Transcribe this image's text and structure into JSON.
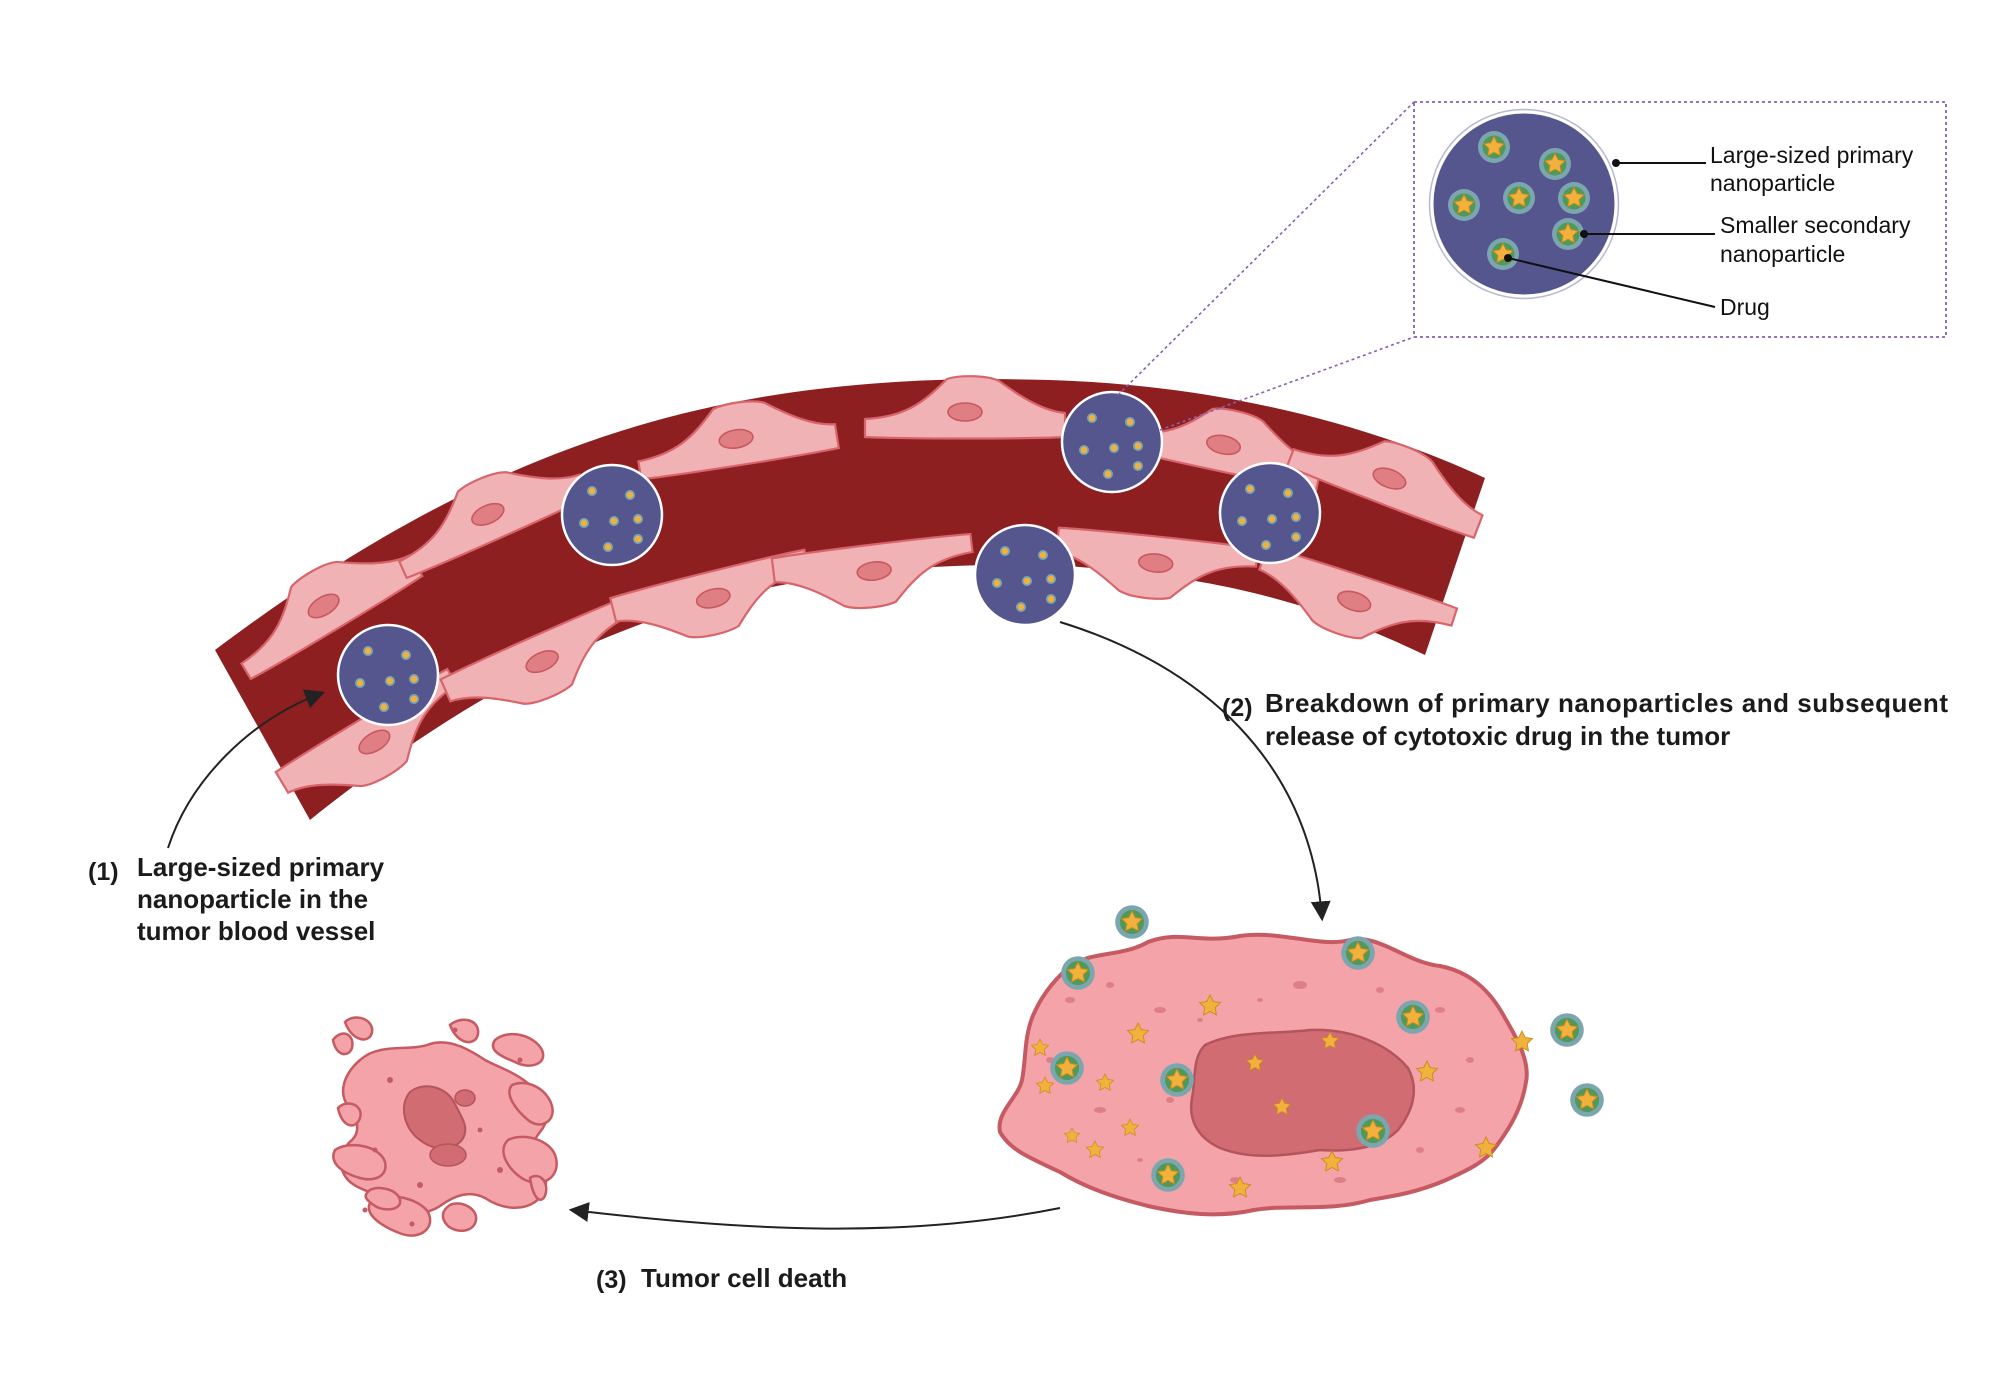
{
  "inset": {
    "labels": {
      "primary_line1": "Large-sized primary",
      "primary_line2": "nanoparticle",
      "secondary_line1": "Smaller secondary",
      "secondary_line2": "nanoparticle",
      "drug": "Drug"
    }
  },
  "steps": {
    "step1": {
      "number": "(1)",
      "line1": "Large-sized primary",
      "line2": "nanoparticle in the",
      "line3": "tumor blood vessel"
    },
    "step2": {
      "number": "(2)",
      "line1": "Breakdown of primary nanoparticles and subsequent",
      "line2": "release of cytotoxic drug in the tumor"
    },
    "step3": {
      "number": "(3)",
      "line1": "Tumor cell death"
    }
  },
  "colors": {
    "vessel_lumen": "#8e1f20",
    "endothelial_cell": "#f0b2b4",
    "endothelial_outline": "#d7656b",
    "endothelial_nucleus": "#df7f83",
    "primary_nanoparticle": "#56568f",
    "secondary_nanoparticle_ring": "#7ba6b0",
    "drug_star": "#f1b13c",
    "tumor_cell": "#f4a3a8",
    "tumor_outline": "#c55a62",
    "tumor_nucleus": "#d06c72",
    "inset_border": "#8560b2",
    "arrow": "#222222"
  },
  "icons": [
    "star-icon",
    "nanoparticle-icon",
    "arrowhead-icon"
  ]
}
